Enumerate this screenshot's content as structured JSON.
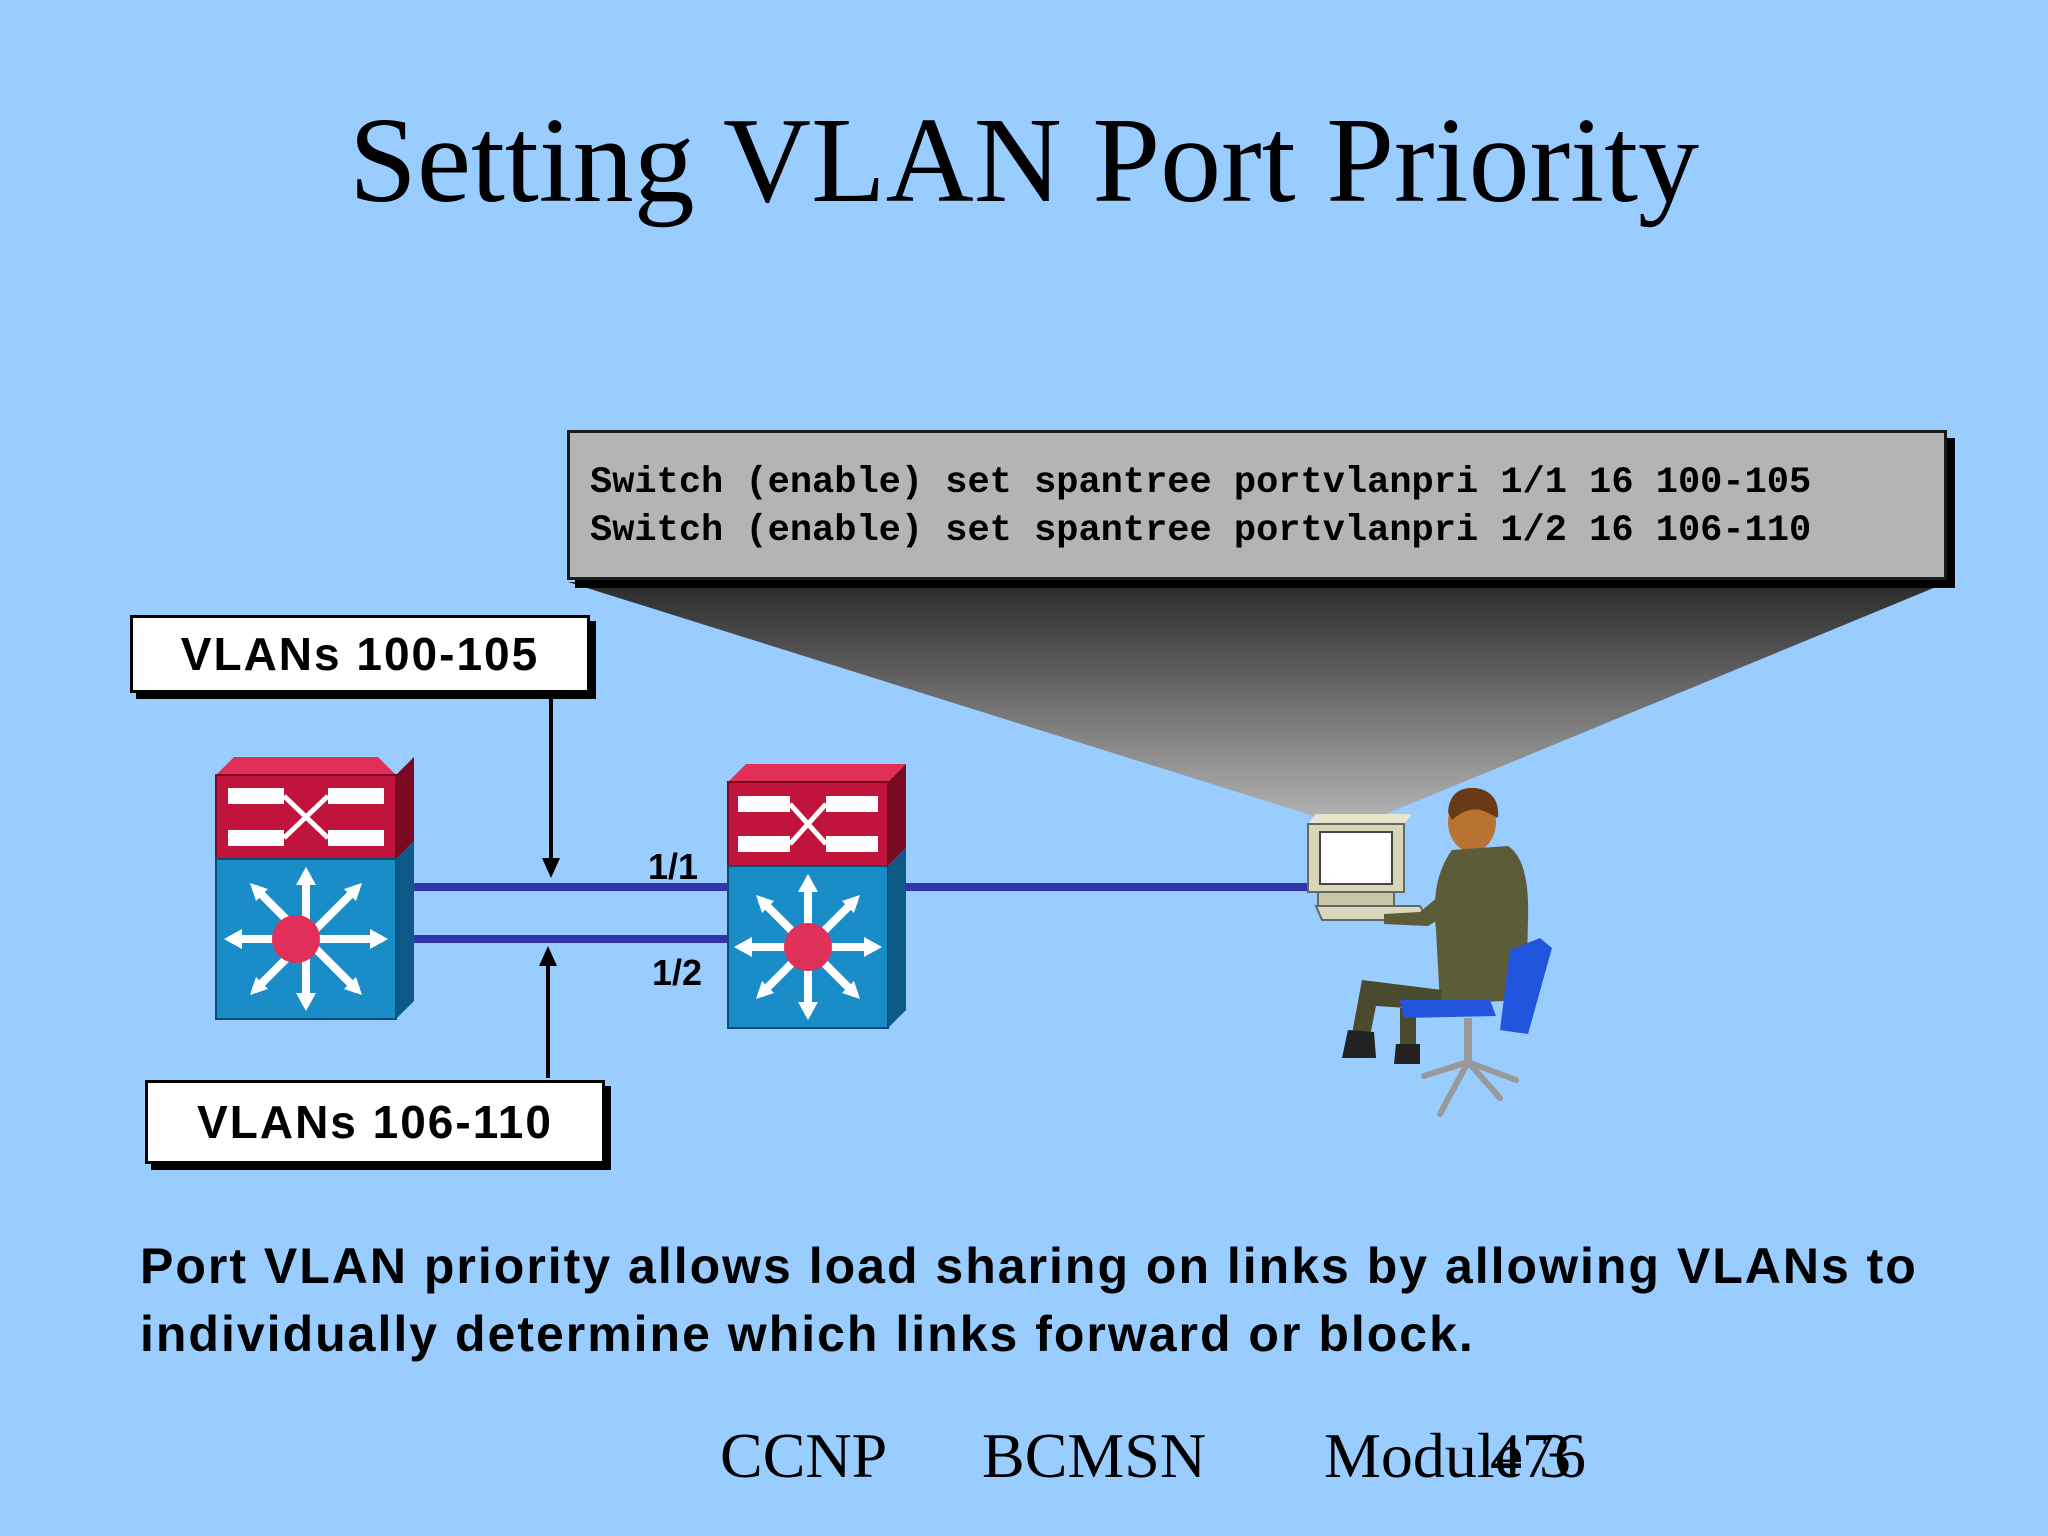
{
  "slide": {
    "title": "Setting VLAN Port Priority",
    "description": "Port VLAN priority allows load sharing on links by allowing VLANs to individually determine which links forward or block."
  },
  "cli": {
    "lines": [
      "Switch (enable) set spantree portvlanpri 1/1 16 100-105",
      "Switch (enable) set spantree portvlanpri 1/2 16 106-110"
    ]
  },
  "labels": {
    "vlans_top": "VLANs 100-105",
    "vlans_bottom": "VLANs 106-110",
    "port_1": "1/1",
    "port_2": "1/2"
  },
  "footer": {
    "course": "CCNP",
    "subject": "BCMSN",
    "module": "Module 3",
    "page": "476"
  },
  "colors": {
    "background": "#99ccff",
    "link": "#3333aa",
    "switch_top": "#c0143c",
    "switch_bottom": "#1a8cc8"
  }
}
